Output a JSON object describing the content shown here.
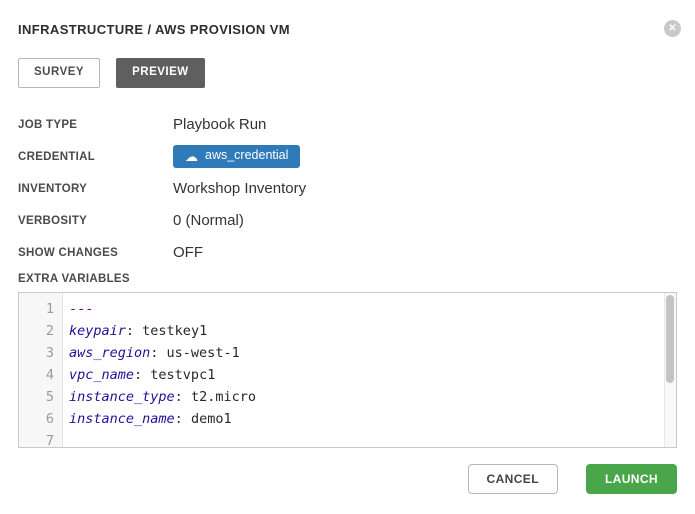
{
  "modal": {
    "title": "INFRASTRUCTURE / AWS PROVISION VM"
  },
  "icons": {
    "close": "✕",
    "cloud": "☁"
  },
  "tabs": [
    {
      "label": "SURVEY",
      "active": false
    },
    {
      "label": "PREVIEW",
      "active": true
    }
  ],
  "details": [
    {
      "label": "JOB TYPE",
      "value": "Playbook Run"
    },
    {
      "label": "CREDENTIAL",
      "value": "aws_credential"
    },
    {
      "label": "INVENTORY",
      "value": "Workshop Inventory"
    },
    {
      "label": "VERBOSITY",
      "value": "0 (Normal)"
    },
    {
      "label": "SHOW CHANGES",
      "value": "OFF"
    }
  ],
  "extra_variables": {
    "label": "EXTRA VARIABLES",
    "lines": [
      {
        "num": "1",
        "meta": "---"
      },
      {
        "num": "2",
        "key": "keypair",
        "sep": ": ",
        "value": "testkey1"
      },
      {
        "num": "3",
        "key": "aws_region",
        "sep": ": ",
        "value": "us-west-1"
      },
      {
        "num": "4",
        "key": "vpc_name",
        "sep": ": ",
        "value": "testvpc1"
      },
      {
        "num": "5",
        "key": "instance_type",
        "sep": ": ",
        "value": "t2.micro"
      },
      {
        "num": "6",
        "key": "instance_name",
        "sep": ": ",
        "value": "demo1"
      },
      {
        "num": "7"
      }
    ]
  },
  "footer": {
    "cancel": "CANCEL",
    "launch": "LAUNCH"
  },
  "colors": {
    "badge_blue": "#2f7ab9",
    "launch_green": "#4aa64a",
    "tab_active_bg": "#5f5f5f"
  }
}
